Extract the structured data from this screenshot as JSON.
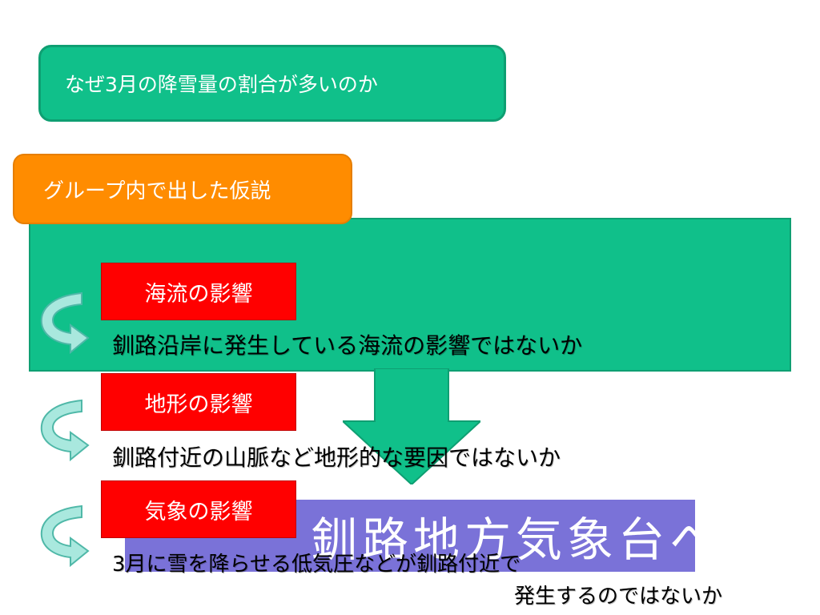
{
  "question": {
    "text": "なぜ3月の降雪量の割合が多いのか"
  },
  "hypothesis": {
    "label": "グループ内で出した仮説"
  },
  "factors": [
    {
      "label": "海流の影響",
      "description": "釧路沿岸に発生している海流の影響ではないか"
    },
    {
      "label": "地形の影響",
      "description": "釧路付近の山脈など地形的な要因ではないか"
    },
    {
      "label": "気象の影響",
      "description_line1": "3月に雪を降らせる低気圧などが釧路付近で",
      "description_line2": "発生するのではないか"
    }
  ],
  "banner": {
    "text": "釧路地方気象台へ質問"
  },
  "colors": {
    "teal": "#10c08a",
    "orange": "#ff8c00",
    "red": "#ff0000",
    "purple": "#7a72d8"
  },
  "icons": [
    "curved-arrow-icon",
    "down-arrow-icon"
  ]
}
